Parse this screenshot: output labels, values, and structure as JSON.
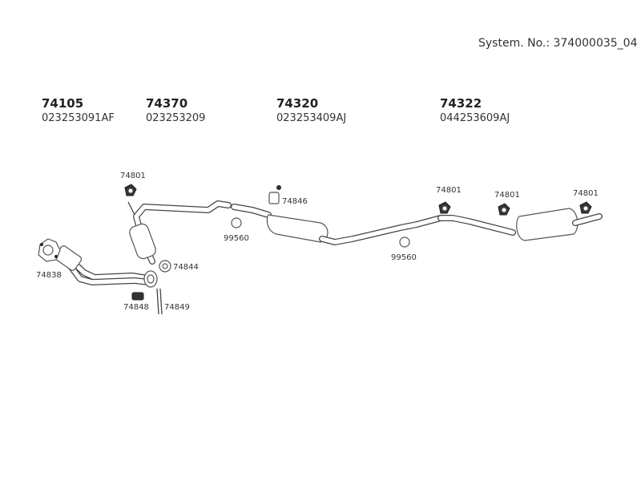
{
  "system": {
    "label": "System. No.: 374000035_04"
  },
  "parts_header": [
    {
      "number": "74105",
      "oem": "023253091AF"
    },
    {
      "number": "74370",
      "oem": "023253209"
    },
    {
      "number": "74320",
      "oem": "023253409AJ"
    },
    {
      "number": "74322",
      "oem": "044253609AJ"
    }
  ],
  "callouts": {
    "hanger_front": "74801",
    "clamp_mid": "74846",
    "ring_front": "99560",
    "ring_rear": "99560",
    "hanger_rear_1": "74801",
    "hanger_rear_2": "74801",
    "hanger_rear_3": "74801",
    "gasket_flange": "74844",
    "flange_cat": "74838",
    "rubber_mount": "74848",
    "strap": "74849"
  }
}
